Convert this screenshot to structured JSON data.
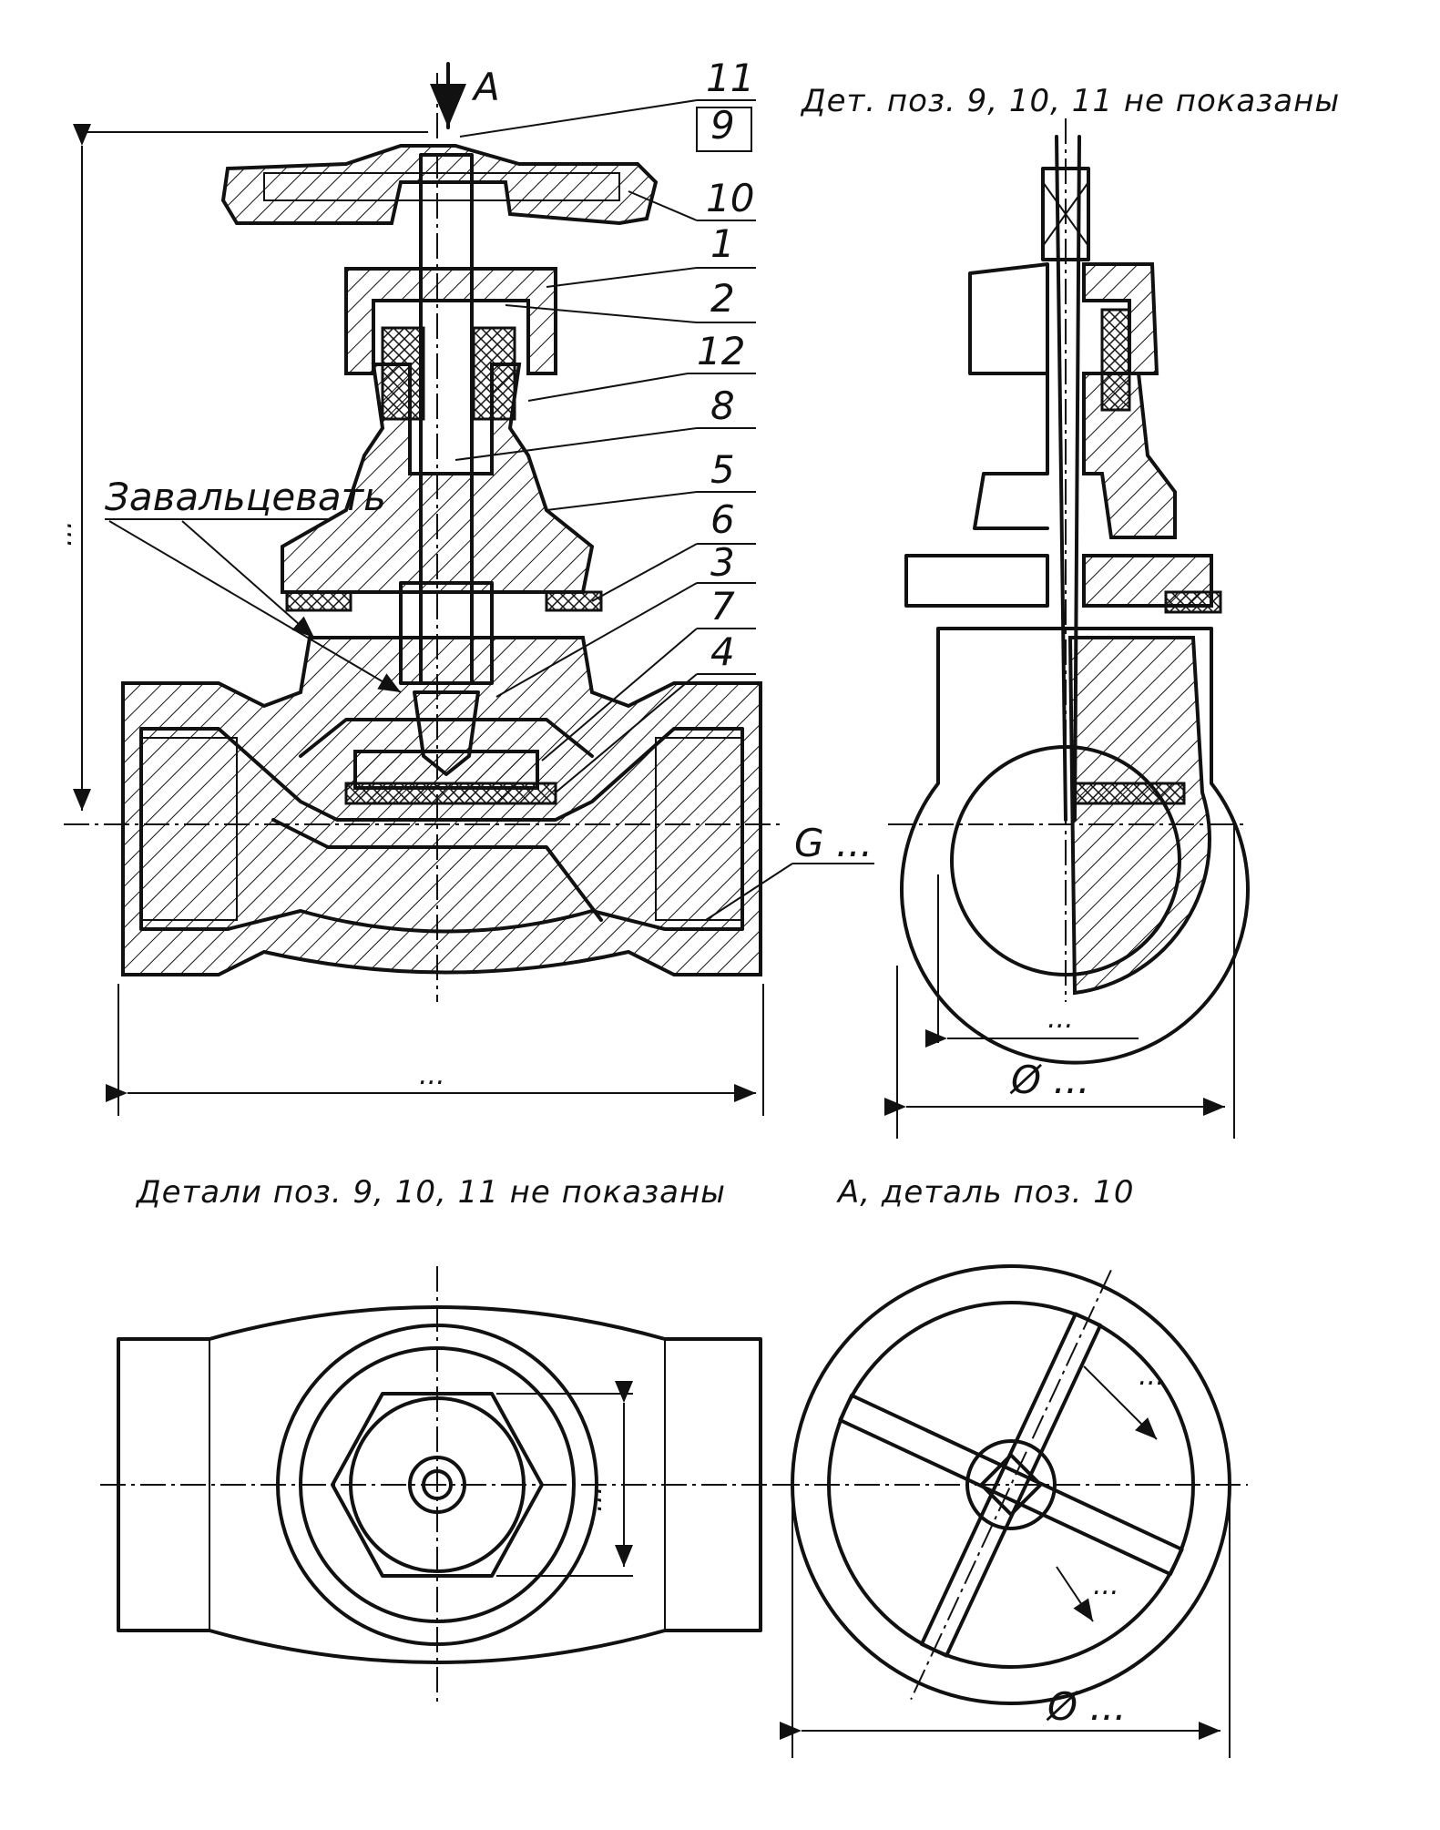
{
  "view_marker": "A",
  "callouts": [
    "11",
    "9",
    "10",
    "1",
    "2",
    "12",
    "8",
    "5",
    "6",
    "3",
    "7",
    "4"
  ],
  "side_note": "Дет. поз. 9, 10, 11 не показаны",
  "roll_label": "Завальцевать",
  "thread_label": "G ...",
  "dim_placeholder": "...",
  "diameter_label": "Ø ...",
  "top_view_note": "Детали поз. 9, 10, 11 не показаны",
  "wheel_view_note": "А, деталь поз. 10"
}
